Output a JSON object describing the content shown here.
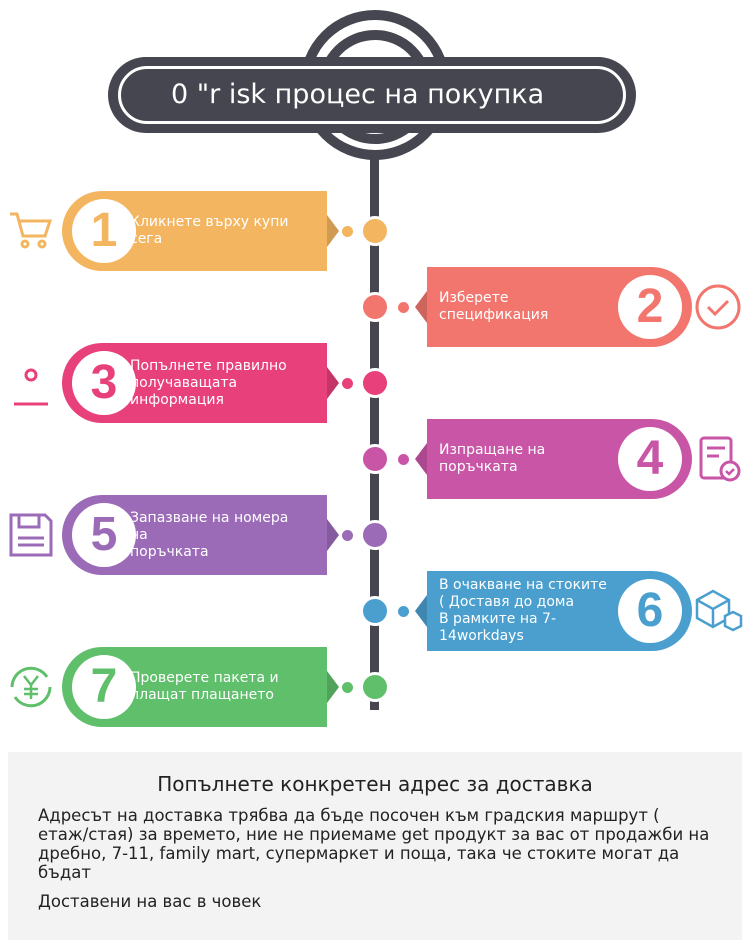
{
  "title": "0 \"r isk процес на покупка",
  "steps": [
    {
      "num": "1",
      "lines": [
        "Кликнете върху купи",
        "сега"
      ],
      "color": "#f3b560",
      "side": "left",
      "icon": "shopping-cart-icon"
    },
    {
      "num": "2",
      "lines": [
        "Изберете спецификация"
      ],
      "color": "#f2766e",
      "side": "right",
      "icon": "check-circle-icon"
    },
    {
      "num": "3",
      "lines": [
        "Попълнете правилно",
        "получаващата информация"
      ],
      "color": "#e8407a",
      "side": "left",
      "icon": "location-pin-icon"
    },
    {
      "num": "4",
      "lines": [
        "Изпращане на поръчката"
      ],
      "color": "#c955a7",
      "side": "right",
      "icon": "order-document-icon"
    },
    {
      "num": "5",
      "lines": [
        "Запазване на номера на",
        "поръчката"
      ],
      "color": "#9b6bb8",
      "side": "left",
      "icon": "save-disk-icon"
    },
    {
      "num": "6",
      "lines": [
        "В очакване на стоките",
        "(  Доставя до дома",
        "В рамките на 7-14workdays"
      ],
      "color": "#4a9fcf",
      "side": "right",
      "icon": "package-boxes-icon"
    },
    {
      "num": "7",
      "lines": [
        "Проверете пакета и",
        "плащат плащането"
      ],
      "color": "#5fbf6b",
      "side": "left",
      "icon": "yuan-refresh-icon"
    }
  ],
  "info": {
    "heading": "Попълнете конкретен адрес за доставка",
    "paragraph1": "Адресът на доставка трябва да бъде посочен към градския маршрут ( етаж/стая) за времето, ние не приемаме get продукт за вас от продажби на дребно, 7-11, family mart, супермаркет и поща, така че стоките могат да бъдат",
    "paragraph2": "Доставени на вас в човек"
  }
}
